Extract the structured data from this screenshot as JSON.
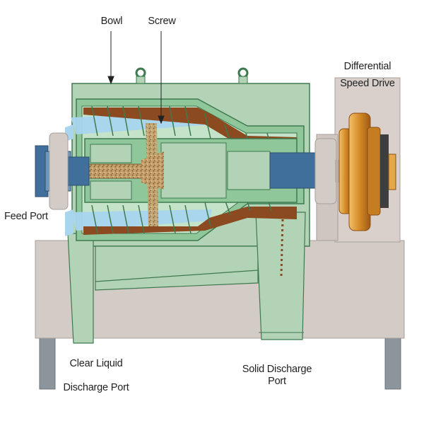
{
  "labels": {
    "bowl": "Bowl",
    "screw": "Screw",
    "differential_line1": "Differential",
    "differential_line2": "Speed Drive",
    "feed_port": "Feed Port",
    "clear_liquid_line1": "Clear Liquid",
    "clear_liquid_line2": "Discharge Port",
    "solid_discharge": "Solid Discharge Port"
  },
  "colors": {
    "housing_green": "#b3d3b6",
    "bowl_green": "#8fc69a",
    "outline_green": "#3f7a4f",
    "sediment_brown": "#8b4a1f",
    "liquid_blue": "#a9d5ef",
    "drive_gray": "#d9d0cc",
    "drive_copper": "#d9962c",
    "frame_gray": "#d3cbc6",
    "leg_gray": "#8c949c",
    "port_blue": "#3f6f9a",
    "feed_gold": "#c49b5a"
  }
}
